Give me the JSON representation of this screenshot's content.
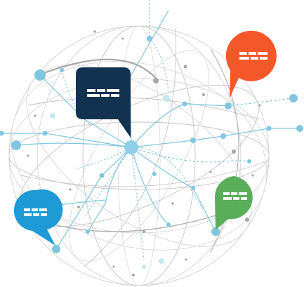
{
  "colors": {
    "background": "#ffffff",
    "globe_line": "#b8b8b8",
    "globe_line_light": "#d6d6d6",
    "network": "#7fc6e0",
    "network_dark": "#5fb4d6",
    "node_gray": "#9a9a9a",
    "bubble_navy": "#13324f",
    "bubble_orange": "#f4572a",
    "bubble_green": "#5aae5a",
    "bubble_blue": "#1e9bd7",
    "bubble_text_glyph": "#ffffff"
  },
  "icons": {
    "globe": "network-globe-icon",
    "bubble": "speech-bubble-icon",
    "text_glyph": "text-placeholder-icon"
  },
  "speech_bubbles": [
    {
      "name": "navy-speech-bubble",
      "color_key": "bubble_navy"
    },
    {
      "name": "orange-speech-bubble",
      "color_key": "bubble_orange"
    },
    {
      "name": "green-speech-bubble",
      "color_key": "bubble_green"
    },
    {
      "name": "blue-speech-bubble",
      "color_key": "bubble_blue"
    }
  ]
}
